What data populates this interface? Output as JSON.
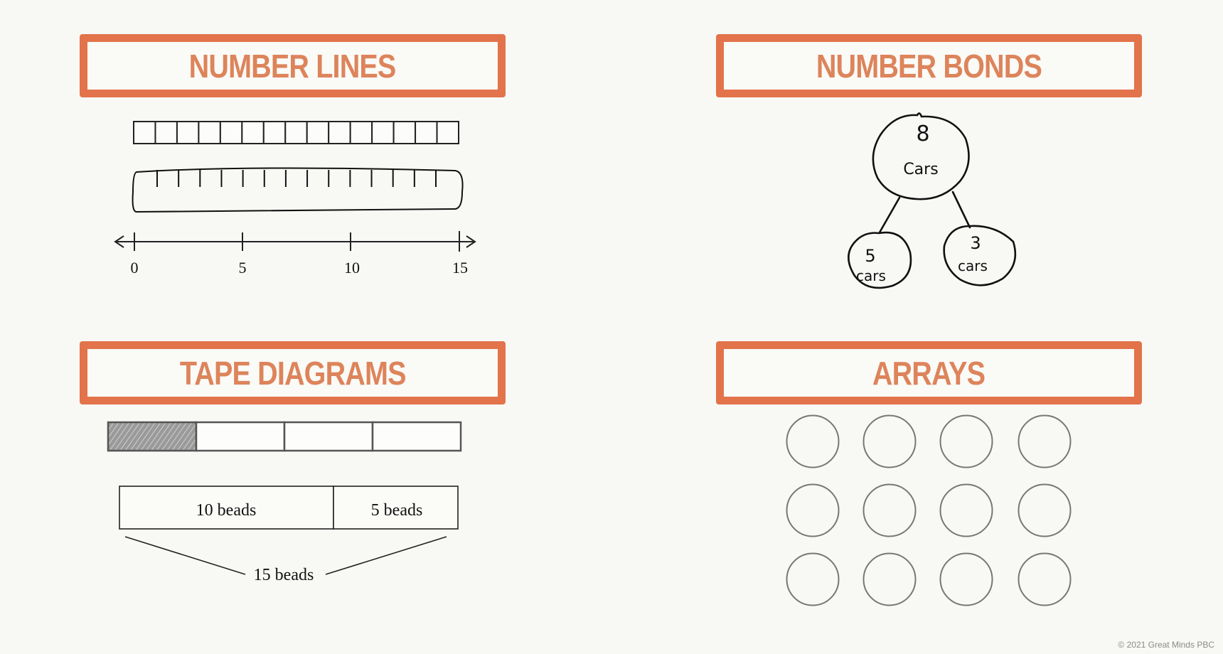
{
  "sections": {
    "number_lines": {
      "title": "NUMBER LINES",
      "square_strip": {
        "count": 15
      },
      "ruler": {
        "tick_count": 14
      },
      "number_line": {
        "labels": [
          "0",
          "5",
          "10",
          "15"
        ],
        "min": 0,
        "max": 15
      }
    },
    "number_bonds": {
      "title": "NUMBER BONDS",
      "whole": {
        "value": "8",
        "unit": "Cars"
      },
      "parts": [
        {
          "value": "5",
          "unit": "cars"
        },
        {
          "value": "3",
          "unit": "cars"
        }
      ]
    },
    "tape_diagrams": {
      "title": "TAPE DIAGRAMS",
      "fraction_tape": {
        "parts": 4,
        "shaded": 1
      },
      "bead_tape": {
        "segments": [
          {
            "label": "10 beads",
            "value": 10
          },
          {
            "label": "5 beads",
            "value": 5
          }
        ],
        "total_label": "15 beads"
      }
    },
    "arrays": {
      "title": "ARRAYS",
      "rows": 3,
      "columns": 4
    }
  },
  "colors": {
    "accent_border": "#e2734a",
    "title_text": "#dd845b",
    "background": "#f8f8f5",
    "array_circle": "#777777"
  },
  "footer": {
    "copyright": "© 2021 Great Minds PBC"
  }
}
